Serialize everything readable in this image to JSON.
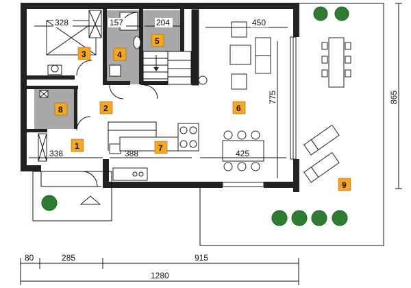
{
  "plan": {
    "rooms": [
      {
        "number": "1",
        "color": "#f5a623"
      },
      {
        "number": "2",
        "color": "#f5a623"
      },
      {
        "number": "3",
        "color": "#f5a623"
      },
      {
        "number": "4",
        "color": "#f5a623"
      },
      {
        "number": "5",
        "color": "#f5a623"
      },
      {
        "number": "6",
        "color": "#f5a623"
      },
      {
        "number": "7",
        "color": "#f5a623"
      },
      {
        "number": "8",
        "color": "#f5a623"
      },
      {
        "number": "9",
        "color": "#f5a623"
      }
    ],
    "dimensions": {
      "room3_width": "328",
      "room4_width": "157",
      "room5_width": "204",
      "room6_width": "450",
      "room6_depth": "775",
      "overall_depth": "865",
      "room1_width": "338",
      "room7_width": "388",
      "dining_width": "425",
      "bottom_a": "80",
      "bottom_b": "285",
      "bottom_c": "915",
      "bottom_total": "1280"
    },
    "colors": {
      "gray_room": "#a9a9a9",
      "wall": "#222222",
      "plant": "#2e7d32"
    }
  }
}
